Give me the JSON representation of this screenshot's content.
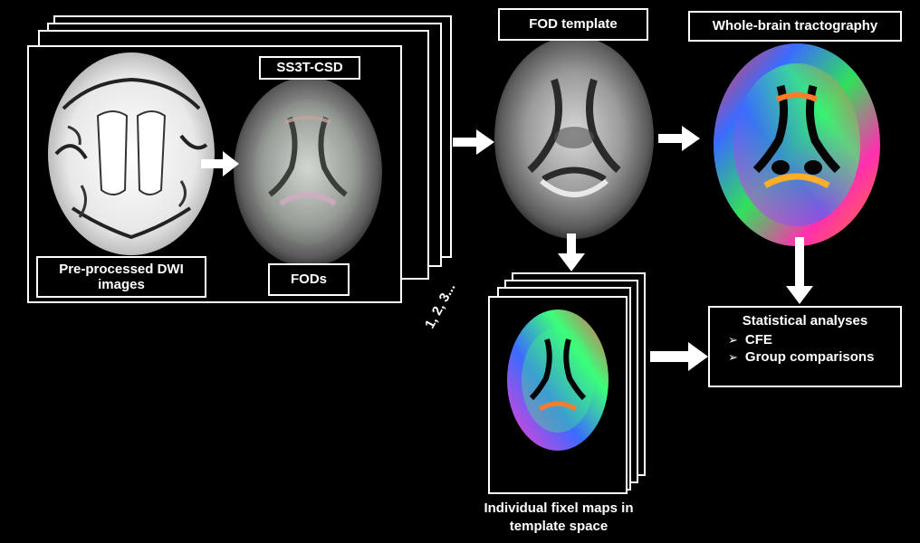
{
  "labels": {
    "dwi": "Pre-processed DWI images",
    "ss3t": "SS3T-CSD",
    "fods": "FODs",
    "fod_template": "FOD template",
    "tractography": "Whole-brain tractography",
    "fixel_maps": "Individual fixel maps in template space",
    "subjects": "1, 2, 3..."
  },
  "stats": {
    "title": "Statistical analyses",
    "items": [
      "CFE",
      "Group comparisons"
    ]
  },
  "colors": {
    "background": "#000000",
    "foreground": "#ffffff"
  }
}
